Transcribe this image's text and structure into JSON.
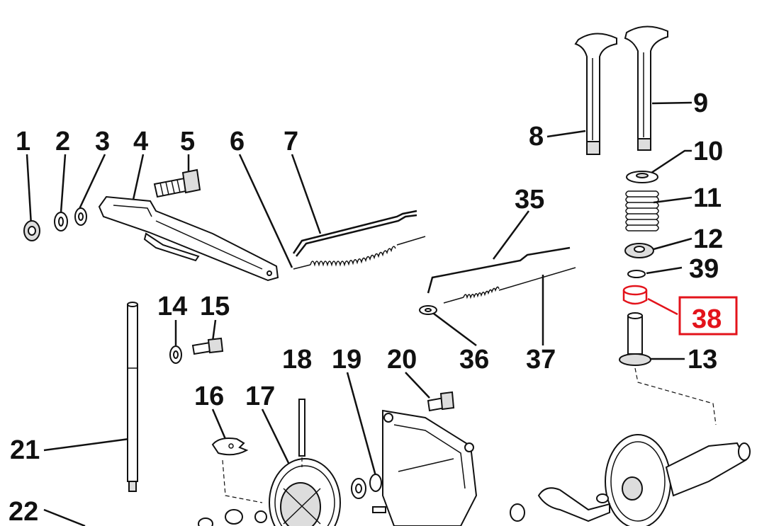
{
  "callouts": {
    "c1": "1",
    "c2": "2",
    "c3": "3",
    "c4": "4",
    "c5": "5",
    "c6": "6",
    "c7": "7",
    "c8": "8",
    "c9": "9",
    "c10": "10",
    "c11": "11",
    "c12": "12",
    "c13": "13",
    "c14": "14",
    "c15": "15",
    "c16": "16",
    "c17": "17",
    "c18": "18",
    "c19": "19",
    "c20": "20",
    "c21": "21",
    "c22": "22",
    "c35": "35",
    "c36": "36",
    "c37": "37",
    "c38": "38",
    "c39": "39"
  },
  "colors": {
    "highlight": "#e3131b",
    "ink": "#111111"
  },
  "highlighted_part": "38"
}
